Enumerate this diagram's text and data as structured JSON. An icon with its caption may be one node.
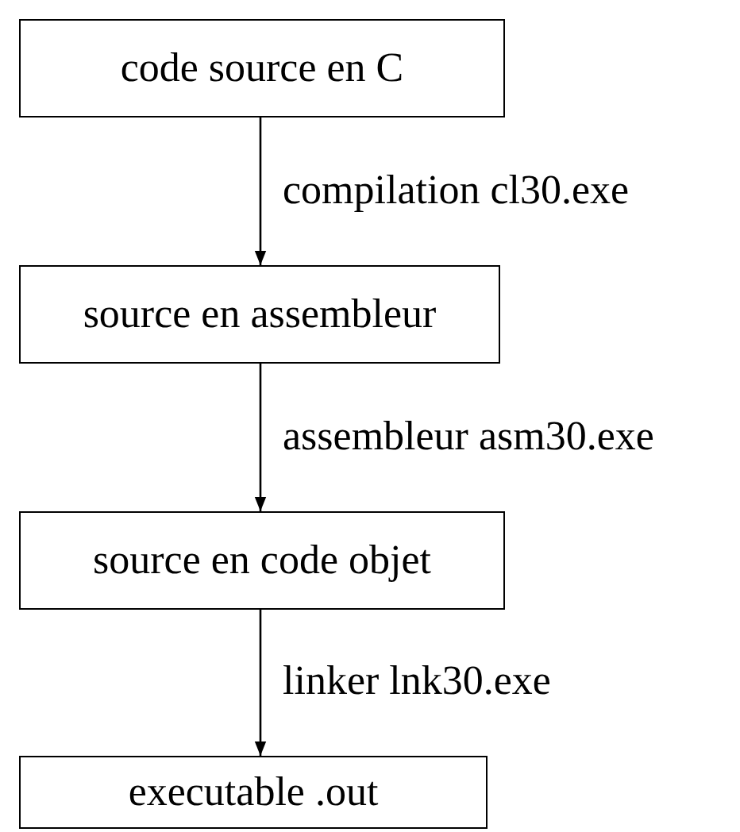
{
  "diagram": {
    "nodes": [
      {
        "text": [
          "code source en C"
        ]
      },
      {
        "text": [
          "source en assembleur"
        ]
      },
      {
        "text": [
          "source en code objet"
        ]
      },
      {
        "text": [
          "executable .out"
        ]
      }
    ],
    "edges": [
      {
        "from": 0,
        "to": 1,
        "arrow": "to",
        "label": "compilation cl30.exe"
      },
      {
        "from": 1,
        "to": 2,
        "arrow": "to",
        "label": "assembleur asm30.exe"
      },
      {
        "from": 2,
        "to": 3,
        "arrow": "to",
        "label": "linker lnk30.exe"
      }
    ]
  }
}
